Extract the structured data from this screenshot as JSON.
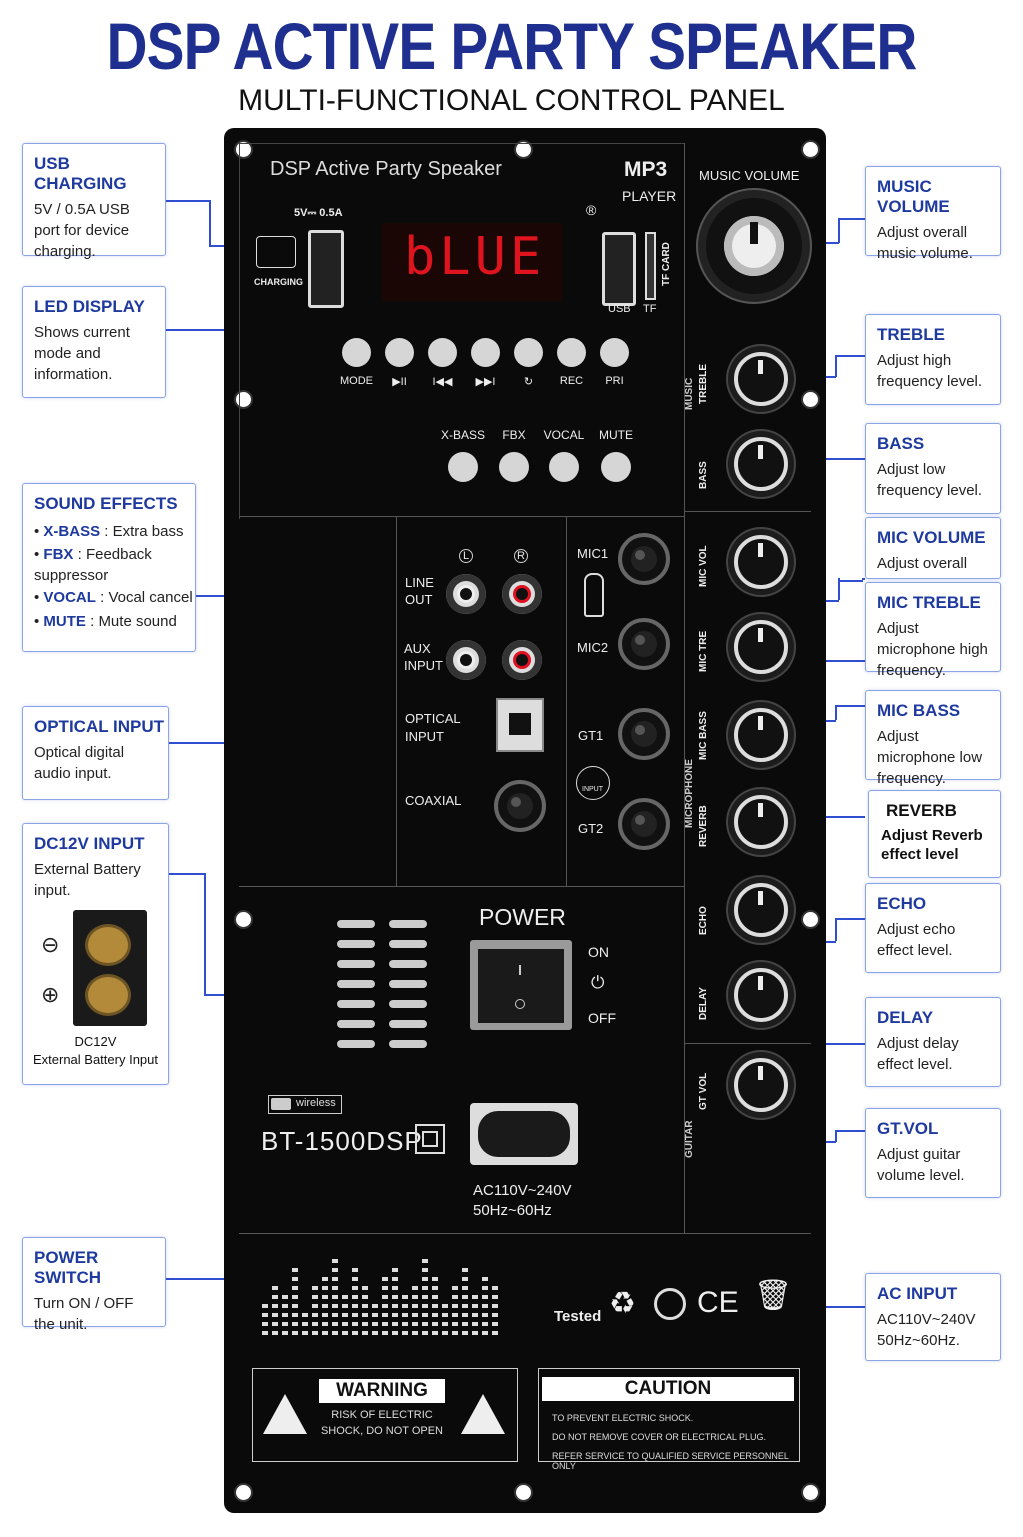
{
  "header": {
    "title": "DSP ACTIVE PARTY SPEAKER",
    "subtitle": "MULTI-FUNCTIONAL CONTROL PANEL"
  },
  "colors": {
    "accent": "#1f3a9f",
    "panel": "#0a0a0a",
    "display": "#e0141e"
  },
  "callouts_left": {
    "usb": {
      "title": "USB CHARGING",
      "body": "5V / 0.5A USB port for device charging."
    },
    "led": {
      "title": "LED DISPLAY",
      "body": "Shows current mode and information."
    },
    "sound": {
      "title": "SOUND EFFECTS",
      "items": [
        {
          "key": "X-BASS",
          "sep": " : ",
          "desc": "Extra bass"
        },
        {
          "key": "FBX",
          "sep": "     : ",
          "desc": "Feedback suppressor"
        },
        {
          "key": "VOCAL",
          "sep": " : ",
          "desc": "Vocal cancel"
        },
        {
          "key": "MUTE",
          "sep": "   : ",
          "desc": "Mute sound"
        }
      ]
    },
    "optical": {
      "title": "OPTICAL INPUT",
      "body": "Optical digital audio input."
    },
    "dc": {
      "title": "DC12V INPUT",
      "body": "External Battery input.",
      "caption1": "DC12V",
      "caption2": "External Battery Input"
    },
    "power": {
      "title": "POWER SWITCH",
      "body": "Turn ON / OFF the unit."
    }
  },
  "callouts_right": {
    "music": {
      "title": "MUSIC VOLUME",
      "body": "Adjust overall music volume."
    },
    "treble": {
      "title": "TREBLE",
      "body": "Adjust high frequency level."
    },
    "bass": {
      "title": "BASS",
      "body": "Adjust low frequency level."
    },
    "micvol": {
      "title": "MIC VOLUME",
      "body": "Adjust overall"
    },
    "mictre": {
      "title": "MIC TREBLE",
      "body": "Adjust microphone high frequency."
    },
    "micbass": {
      "title": "MIC BASS",
      "body": "Adjust microphone low frequency."
    },
    "reverb": {
      "title": "REVERB",
      "body": "Adjust Reverb effect level"
    },
    "echo": {
      "title": "ECHO",
      "body": "Adjust echo effect level."
    },
    "delay": {
      "title": "DELAY",
      "body": "Adjust delay effect level."
    },
    "gtvol": {
      "title": "GT.VOL",
      "body": "Adjust guitar volume level."
    },
    "ac": {
      "title": "AC INPUT",
      "body": "AC110V~240V 50Hz~60Hz."
    }
  },
  "panel": {
    "brand": "DSP Active Party Speaker",
    "mp3": "MP3",
    "player": "PLAYER",
    "usb_rating": "5V⎓ 0.5A",
    "charging": "CHARGING",
    "display_text": "bLUE",
    "usb": "USB",
    "tf": "TF",
    "tf_card": "TF CARD",
    "music_volume": "MUSIC VOLUME",
    "transport": [
      "MODE",
      "▶II",
      "I◀◀",
      "▶▶I",
      "↻",
      "REC",
      "PRI"
    ],
    "effects": [
      "X-BASS",
      "FBX",
      "VOCAL",
      "MUTE"
    ],
    "knob_labels": [
      "TREBLE",
      "BASS",
      "MIC VOL",
      "MIC TRE",
      "MIC BASS",
      "REVERB",
      "ECHO",
      "DELAY",
      "GT VOL"
    ],
    "group_music": "MUSIC",
    "group_mic": "MICROPHONE",
    "group_guitar": "GUITAR",
    "line_out": "LINE OUT",
    "aux_input": "AUX INPUT",
    "l": "L",
    "r": "R",
    "optical_input": "OPTICAL INPUT",
    "coaxial": "COAXIAL",
    "mic1": "MIC1",
    "mic2": "MIC2",
    "gt1": "GT1",
    "gt2": "GT2",
    "input": "INPUT",
    "power": "POWER",
    "on": "ON",
    "off": "OFF",
    "wireless": "wireless",
    "model": "BT-1500DSP",
    "ac_rating1": "AC110V~240V",
    "ac_rating2": "50Hz~60Hz",
    "tested": "Tested",
    "ce": "CE",
    "warning_title": "WARNING",
    "warning_body1": "RISK OF ELECTRIC",
    "warning_body2": "SHOCK, DO NOT OPEN",
    "caution_title": "CAUTION",
    "caution_lines": [
      "TO PREVENT ELECTRIC SHOCK.",
      "DO NOT REMOVE COVER OR ELECTRICAL PLUG.",
      "REFER SERVICE TO QUALIFIED SERVICE PERSONNEL ONLY"
    ]
  }
}
